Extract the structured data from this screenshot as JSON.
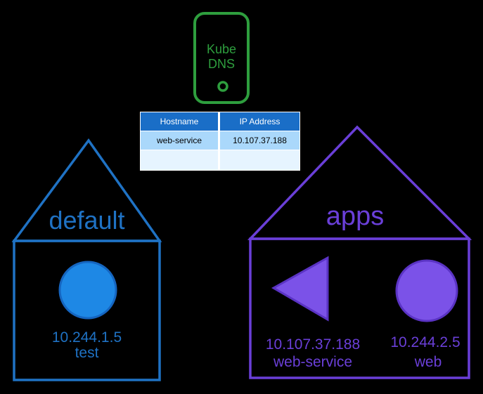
{
  "colors": {
    "background": "#000000",
    "kube_dns": "#2e9e3e",
    "default_ns": "#1f72c4",
    "default_pod": "#1e88e5",
    "apps_ns": "#6a3fd8",
    "apps_pod": "#7b52e8",
    "table_header": "#1a6ec7",
    "table_row": "#aad8fb"
  },
  "kube_dns": {
    "line1": "Kube",
    "line2": "DNS",
    "icon": "phone-device-icon"
  },
  "dns_table": {
    "headers": [
      "Hostname",
      "IP Address"
    ],
    "rows": [
      [
        "web-service",
        "10.107.37.188"
      ],
      [
        "",
        ""
      ]
    ]
  },
  "namespaces": {
    "default": {
      "name": "default",
      "pod_ip": "10.244.1.5",
      "pod_name": "test"
    },
    "apps": {
      "name": "apps",
      "service_ip": "10.107.37.188",
      "service_name": "web-service",
      "pod_ip": "10.244.2.5",
      "pod_name": "web"
    }
  }
}
